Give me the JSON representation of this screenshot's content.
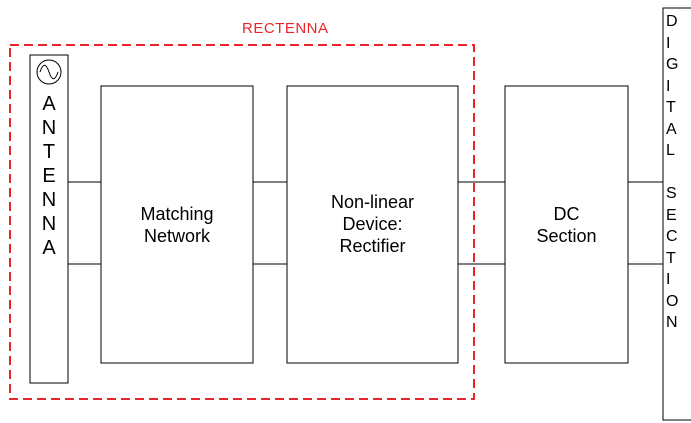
{
  "rectenna": {
    "title": "RECTENNA",
    "color": "#e8262a"
  },
  "antenna": {
    "label": "ANTENNA",
    "icon": "sine-source-icon"
  },
  "blocks": {
    "matching": {
      "line1": "Matching",
      "line2": "Network"
    },
    "rectifier": {
      "line1": "Non-linear",
      "line2": "Device:",
      "line3": "Rectifier"
    },
    "dc": {
      "line1": "DC",
      "line2": "Section"
    }
  },
  "digital_section": {
    "label": "DIGITAL SECTION"
  }
}
